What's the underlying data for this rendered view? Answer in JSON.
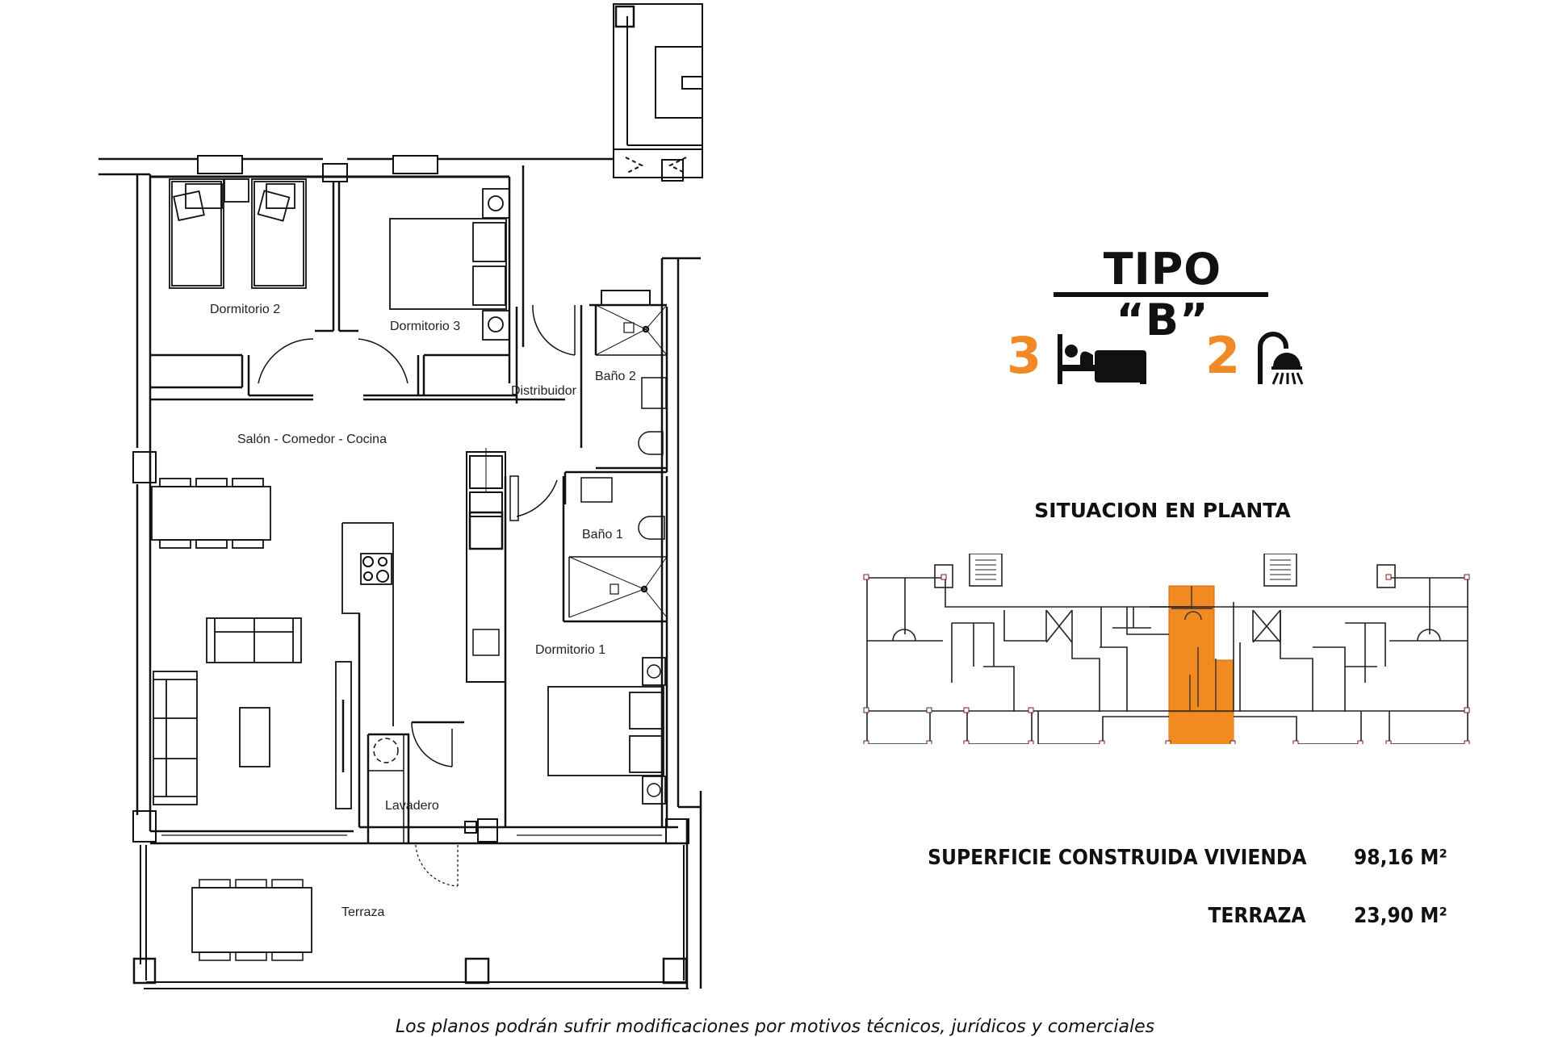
{
  "header": {
    "title": "TIPO “B”"
  },
  "summary": {
    "bedrooms": {
      "count": "3",
      "icon": "bed-icon"
    },
    "bathrooms": {
      "count": "2",
      "icon": "shower-icon"
    },
    "accent_color": "#f08a24"
  },
  "floor_plan": {
    "rooms": {
      "dormitorio_2": "Dormitorio 2",
      "dormitorio_3": "Dormitorio 3",
      "distribuidor": "Distribuidor",
      "bano_2": "Baño 2",
      "salon": "Salón - Comedor - Cocina",
      "bano_1": "Baño 1",
      "dormitorio_1": "Dormitorio 1",
      "lavadero": "Lavadero",
      "terraza": "Terraza"
    }
  },
  "situation": {
    "title": "SITUACION EN PLANTA",
    "highlight_color": "#f28a22"
  },
  "areas": [
    {
      "label": "SUPERFICIE CONSTRUIDA VIVIENDA",
      "value": "98,16 M²"
    },
    {
      "label": "TERRAZA",
      "value": "23,90 M²"
    }
  ],
  "footer": {
    "disclaimer": "Los planos podrán sufrir modificaciones por motivos técnicos, jurídicos y comerciales"
  }
}
